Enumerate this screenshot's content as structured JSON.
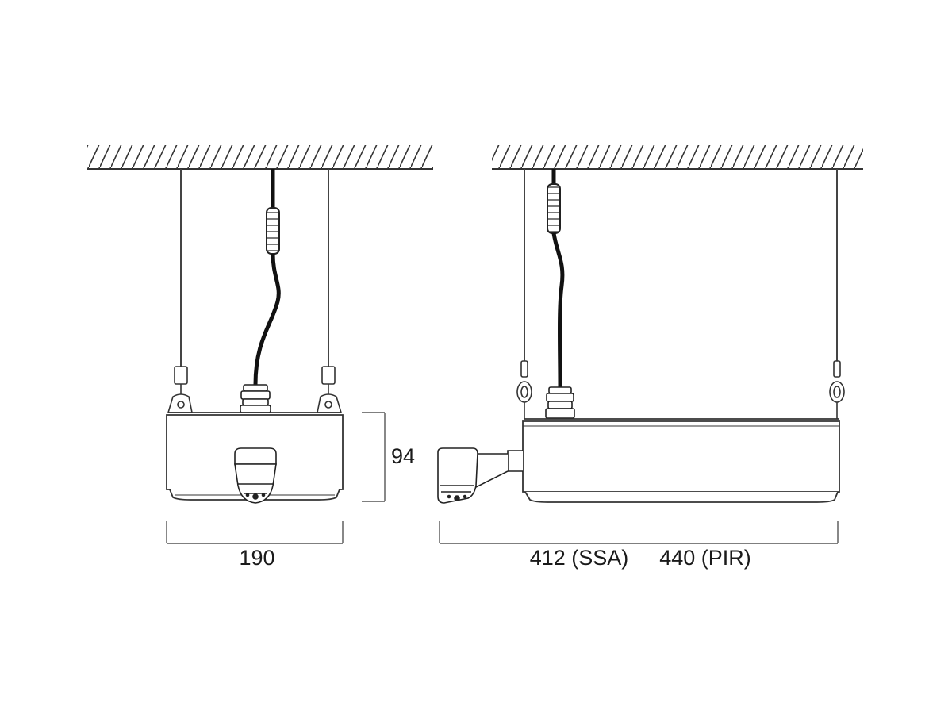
{
  "dimensions": {
    "front_width": "190",
    "height": "94",
    "side_length_ssa": "412 (SSA)",
    "side_length_pir": "440 (PIR)"
  },
  "colors": {
    "line": "#333333",
    "cable": "#111111",
    "background": "#ffffff"
  }
}
